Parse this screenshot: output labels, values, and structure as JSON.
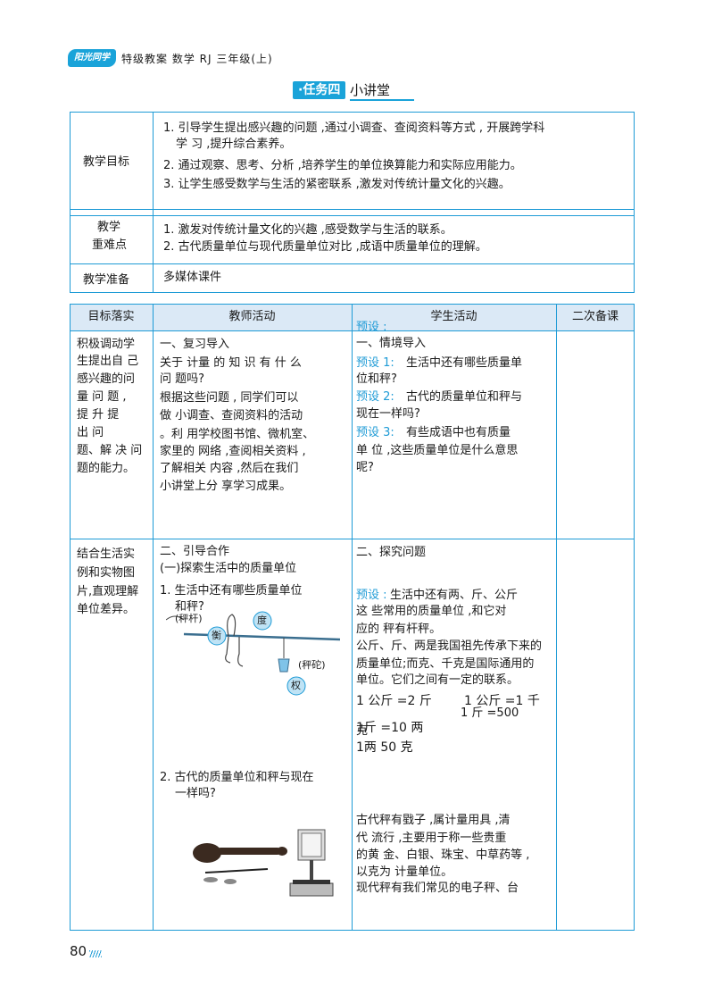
{
  "header": {
    "logo": "阳光同学",
    "title": "特级教案  数学  RJ 三年级(上)"
  },
  "task": {
    "tag": "·任务四",
    "title": "小讲堂"
  },
  "goals": {
    "label": "教学目标",
    "items": [
      "1. 引导学生提出感兴趣的问题 ,通过小调查、查阅资料等方式 , 开展跨学科",
      "学 习 ,提升综合素养。",
      "2. 通过观察、思考、分析 ,培养学生的单位换算能力和实际应用能力。",
      "3. 让学生感受数学与生活的紧密联系 ,激发对传统计量文化的兴趣。"
    ]
  },
  "keypoints": {
    "label1": "教学",
    "label2": "重难点",
    "items": [
      "1. 激发对传统计量文化的兴趣 ,感受数学与生活的联系。",
      "2. 古代质量单位与现代质量单位对比 ,成语中质量单位的理解。"
    ]
  },
  "prep": {
    "label": "教学准备",
    "value": "多媒体课件"
  },
  "table": {
    "headers": [
      "目标落实",
      "教师活动",
      "学生活动",
      "二次备课"
    ],
    "header_overlay": "预设 :"
  },
  "row1": {
    "goal": [
      "积极调动学",
      "生提出自 己",
      "感兴趣的问",
      "量 问 题 ,",
      "提 升 提",
      "出 问",
      "题、解 决 问",
      "题的能力。"
    ],
    "teacher": [
      "一、复习导入",
      "关于 计量 的 知 识 有 什 么",
      "问 题吗?",
      "根据这些问题 , 同学们可以",
      "做 小调查、查阅资料的活动",
      "。利 用学校图书馆、微机室、",
      "家里的 网络 ,查阅相关资料 ,",
      "了解相关 内容 ,然后在我们",
      "小讲堂上分 享学习成果。"
    ],
    "student_title": "一、情境导入",
    "presets": [
      {
        "tag": "预设 1:",
        "lines": [
          "生活中还有哪些质量单",
          "位和秤?"
        ]
      },
      {
        "tag": "预设 2:",
        "lines": [
          "古代的质量单位和秤与",
          "现在一样吗?"
        ]
      },
      {
        "tag": "预设 3:",
        "lines": [
          "有些成语中也有质量",
          "单 位 ,这些质量单位是什么意思",
          "呢?"
        ]
      }
    ]
  },
  "row2": {
    "goal": [
      "结合生活实",
      "例和实物图",
      "片,直观理解",
      "单位差异。"
    ],
    "teacher": [
      "二、引导合作",
      "(一)探索生活中的质量单位",
      "1. 生活中还有哪些质量单位",
      "和秤?"
    ],
    "steelyard_labels": [
      "(秤杆)",
      "衡",
      "度",
      "(秤砣)",
      "权"
    ],
    "teacher_q2": [
      "2. 古代的质量单位和秤与现在",
      "一样吗?"
    ],
    "student_title": "二、探究问题",
    "preset_tag": "预设 :",
    "preset_lines": [
      "生活中还有两、斤、公斤",
      "这 些常用的质量单位 ,和它对",
      "应的 秤有杆秤。"
    ],
    "body_lines": [
      "公斤、斤、两是我国祖先传承下来的",
      "质量单位;而克、千克是国际通用的",
      "单位。它们之间有一定的联系。"
    ],
    "formulas": [
      "1 公斤 =2 斤",
      "1 公斤 =1 千",
      "1 斤 =500",
      "克",
      "1斤 =10 两",
      "1两   50 克"
    ],
    "body2": [
      "古代秤有戥子 ,属计量用具 ,清",
      "代 流行 ,主要用于称一些贵重",
      "的黄 金、白银、珠宝、中草药等 ,",
      "以克为 计量单位。",
      "现代秤有我们常见的电子秤、台"
    ]
  },
  "page_number": "80",
  "colors": {
    "accent": "#1e9bd6",
    "header_bg": "#dbe9f6"
  }
}
